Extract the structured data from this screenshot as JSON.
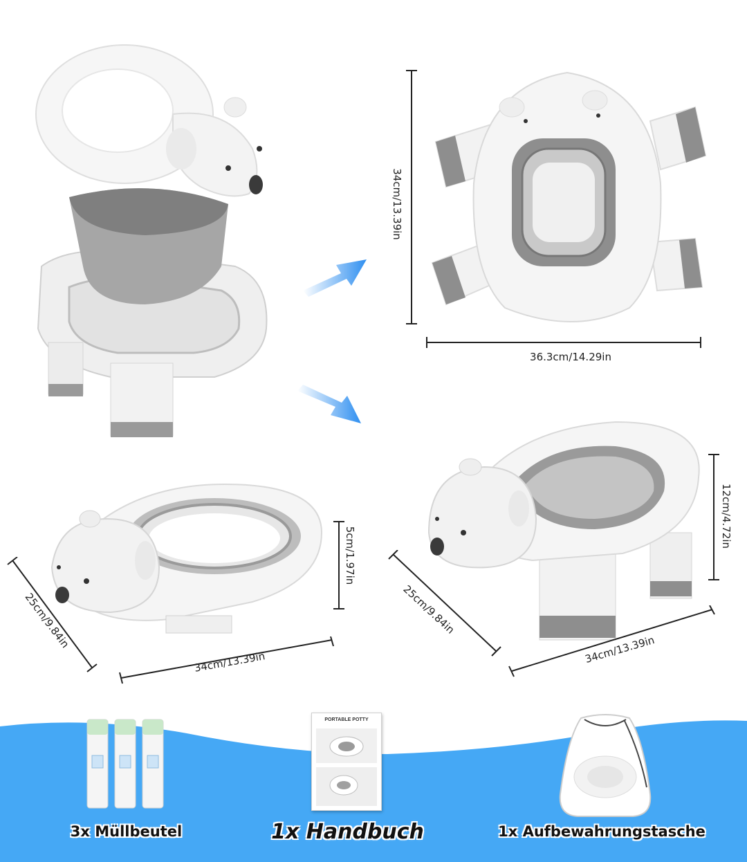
{
  "dimensions": {
    "top_height": "34cm/13.39in",
    "top_width": "36.3cm/14.29in",
    "left_height": "5cm/1.97in",
    "left_depth": "25cm/9.84in",
    "left_width": "34cm/13.39in",
    "right_height": "12cm/4.72in",
    "right_depth": "25cm/9.84in",
    "right_width": "34cm/13.39in"
  },
  "manual": {
    "title": "PORTABLE POTTY"
  },
  "items": [
    {
      "label": "3x Müllbeutel"
    },
    {
      "label": "1x Handbuch"
    },
    {
      "label": "1x Aufbewahrungstasche"
    }
  ],
  "colors": {
    "accent_blue": "#45a8f5",
    "arrow_blue": "#2f8ff0",
    "product_grey": "#8d8d8d",
    "product_white": "#f4f4f4"
  }
}
